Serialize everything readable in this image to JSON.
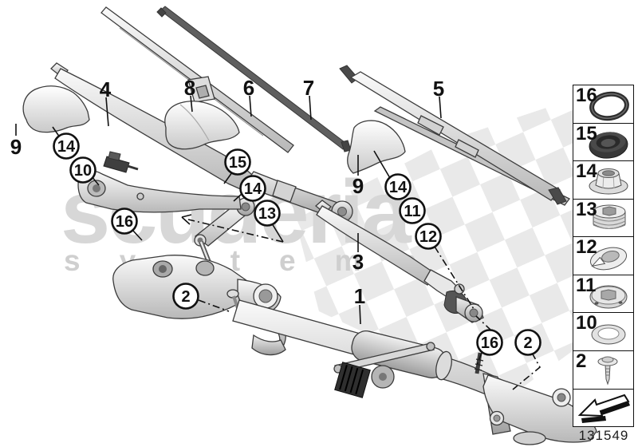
{
  "watermark": {
    "line1": "scuderia",
    "line2": "systems"
  },
  "diagram": {
    "part_labels": [
      {
        "text": "9"
      },
      {
        "text": "4"
      },
      {
        "text": "8"
      },
      {
        "text": "6"
      },
      {
        "text": "7"
      },
      {
        "text": "5"
      },
      {
        "text": "9"
      },
      {
        "text": "3"
      },
      {
        "text": "1"
      }
    ],
    "callouts": [
      {
        "text": "14"
      },
      {
        "text": "10"
      },
      {
        "text": "16"
      },
      {
        "text": "15"
      },
      {
        "text": "14"
      },
      {
        "text": "13"
      },
      {
        "text": "2"
      },
      {
        "text": "14"
      },
      {
        "text": "11"
      },
      {
        "text": "12"
      },
      {
        "text": "16"
      },
      {
        "text": "2"
      }
    ],
    "drawing_number": "131549"
  },
  "sidebar": {
    "items": [
      {
        "number": "16",
        "icon": "o-ring"
      },
      {
        "number": "15",
        "icon": "protective-cap"
      },
      {
        "number": "14",
        "icon": "flange-nut"
      },
      {
        "number": "13",
        "icon": "screw-plug"
      },
      {
        "number": "12",
        "icon": "keyed-washer"
      },
      {
        "number": "11",
        "icon": "hex-socket-plug"
      },
      {
        "number": "10",
        "icon": "washer"
      },
      {
        "number": "2",
        "icon": "screw"
      },
      {
        "number": "",
        "icon": "continue-arrow"
      }
    ]
  },
  "colors": {
    "checker": "#e9e9e9",
    "watermark_large": "#d7d7d7",
    "watermark_small": "#cfcfcf",
    "outline": "#3c3c3c"
  }
}
